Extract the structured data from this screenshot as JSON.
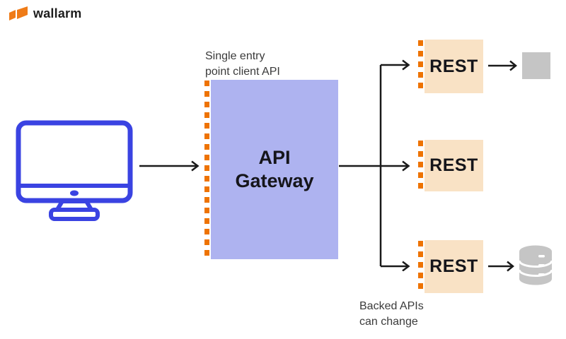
{
  "header": {
    "logo_text": "wallarm"
  },
  "diagram": {
    "entry_note": {
      "line1": "Single entry",
      "line2": "point client API"
    },
    "gateway": {
      "line1": "API",
      "line2": "Gateway"
    },
    "rest_boxes": [
      {
        "label": "REST"
      },
      {
        "label": "REST"
      },
      {
        "label": "REST"
      }
    ],
    "backend_note": {
      "line1": "Backed APIs",
      "line2": "can change"
    }
  },
  "icons": {
    "logo_mark": "wallarm-logo-icon",
    "client": "desktop-monitor-icon",
    "generic_service": "gray-service-square",
    "storage": "database-icon"
  },
  "colors": {
    "brand_orange": "#ef7b17",
    "dash_orange": "#ee7301",
    "gateway_purple": "#aeb3f0",
    "rest_peach": "#f9e2c5",
    "monitor_blue": "#3a43e2",
    "neutral_gray": "#c5c5c5",
    "arrow_black": "#1a1a1a",
    "text_dark": "#15151a",
    "note_gray": "#3b3b3b"
  }
}
